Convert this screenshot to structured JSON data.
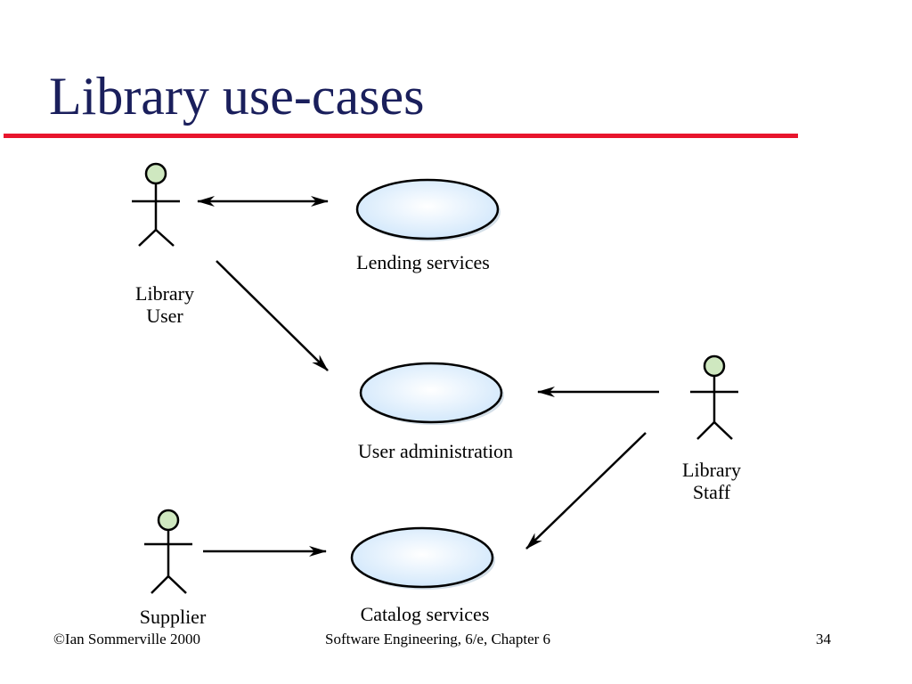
{
  "slide": {
    "title": "Library use-cases"
  },
  "actors": {
    "library_user": {
      "line1": "Library",
      "line2": "User"
    },
    "library_staff": {
      "line1": "Library",
      "line2": "Staff"
    },
    "supplier": {
      "label": "Supplier"
    }
  },
  "use_cases": {
    "lending": "Lending services",
    "user_admin": "User administration",
    "catalog": "Catalog services"
  },
  "footer": {
    "copyright": "©Ian Sommerville 2000",
    "book": "Software Engineering, 6/e, Chapter 6",
    "page": "34"
  },
  "colors": {
    "title": "#1a1f5c",
    "rule": "#e8152d",
    "actor_head": "#cfe8c0",
    "use_case_fill": "#dcefff"
  }
}
